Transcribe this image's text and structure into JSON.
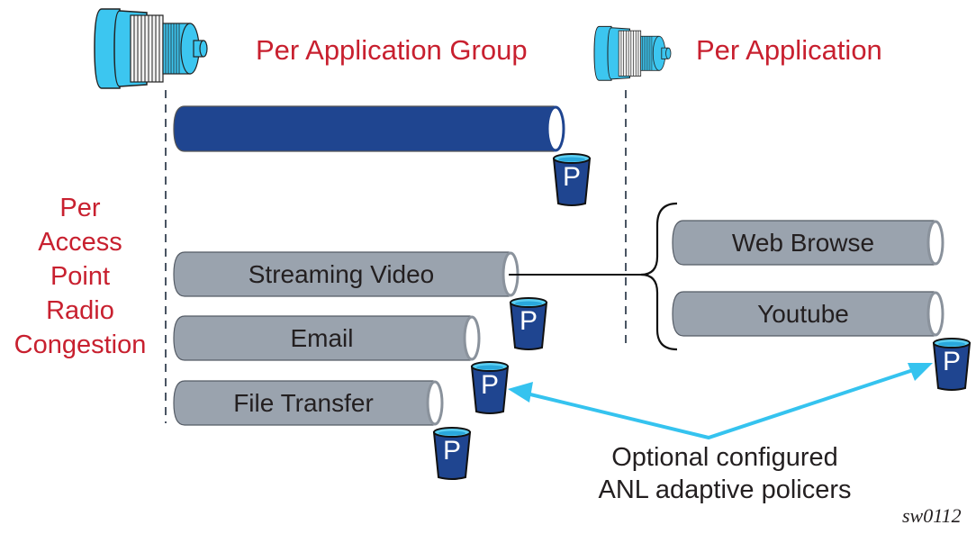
{
  "headers": {
    "per_app_group": "Per Application Group",
    "per_app": "Per Application"
  },
  "side_label": [
    "Per",
    "Access",
    "Point",
    "Radio",
    "Congestion"
  ],
  "pipes": {
    "group_pipe": {
      "label": "",
      "color": "#1f4590"
    },
    "streaming_video": {
      "label": "Streaming Video",
      "color": "#9aa3ae"
    },
    "email": {
      "label": "Email",
      "color": "#9aa3ae"
    },
    "file_transfer": {
      "label": "File Transfer",
      "color": "#9aa3ae"
    },
    "web_browse": {
      "label": "Web Browse",
      "color": "#9aa3ae"
    },
    "youtube": {
      "label": "Youtube",
      "color": "#9aa3ae"
    }
  },
  "policer_letter": "P",
  "caption": [
    "Optional configured",
    "ANL adaptive policers"
  ],
  "figure_ref": "sw0112",
  "colors": {
    "title_red": "#c8202f",
    "arrow_cyan": "#35c3ef",
    "bucket_blue": "#1f4590",
    "connector_cyan": "#3cc6f0"
  }
}
